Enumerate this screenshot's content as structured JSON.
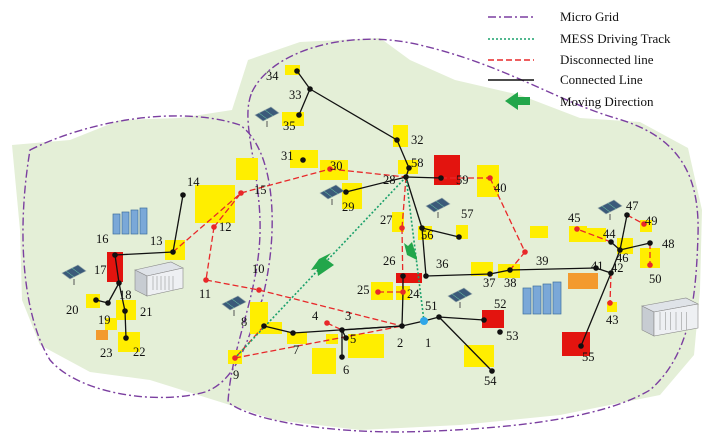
{
  "legend": {
    "micro_grid": "Micro Grid",
    "mess_track": "MESS Driving Track",
    "disconnected": "Disconnected line",
    "connected": "Connected Line",
    "direction": "Moving Direction"
  },
  "colors": {
    "region_fill": "#e4efd7",
    "micro_grid": "#7b3fa0",
    "mess_track": "#1aa06b",
    "disconnected": "#e8282a",
    "connected": "#111111",
    "arrow": "#22a64a",
    "load_yellow": "#ffee00",
    "load_red": "#e3140f",
    "load_orange": "#f39a2e",
    "mess_dot": "#2fa6e8"
  },
  "icons": {
    "pv_panel": "solar-panel-icon",
    "storage": "battery-rack-icon",
    "data_center": "data-center-icon"
  },
  "nodes": [
    {
      "id": "1",
      "label": "1"
    },
    {
      "id": "2",
      "label": "2"
    },
    {
      "id": "3",
      "label": "3"
    },
    {
      "id": "4",
      "label": "4"
    },
    {
      "id": "5",
      "label": "5"
    },
    {
      "id": "6",
      "label": "6"
    },
    {
      "id": "7",
      "label": "7"
    },
    {
      "id": "8",
      "label": "8"
    },
    {
      "id": "9",
      "label": "9"
    },
    {
      "id": "10",
      "label": "10"
    },
    {
      "id": "11",
      "label": "11"
    },
    {
      "id": "12",
      "label": "12"
    },
    {
      "id": "13",
      "label": "13"
    },
    {
      "id": "14",
      "label": "14"
    },
    {
      "id": "15",
      "label": "15"
    },
    {
      "id": "16",
      "label": "16"
    },
    {
      "id": "17",
      "label": "17"
    },
    {
      "id": "18",
      "label": "18"
    },
    {
      "id": "19",
      "label": "19"
    },
    {
      "id": "20",
      "label": "20"
    },
    {
      "id": "21",
      "label": "21"
    },
    {
      "id": "22",
      "label": "22"
    },
    {
      "id": "23",
      "label": "23"
    },
    {
      "id": "24",
      "label": "24"
    },
    {
      "id": "25",
      "label": "25"
    },
    {
      "id": "26",
      "label": "26"
    },
    {
      "id": "27",
      "label": "27"
    },
    {
      "id": "28",
      "label": "28"
    },
    {
      "id": "29",
      "label": "29"
    },
    {
      "id": "30",
      "label": "30"
    },
    {
      "id": "31",
      "label": "31"
    },
    {
      "id": "32",
      "label": "32"
    },
    {
      "id": "33",
      "label": "33"
    },
    {
      "id": "34",
      "label": "34"
    },
    {
      "id": "35",
      "label": "35"
    },
    {
      "id": "36",
      "label": "36"
    },
    {
      "id": "37",
      "label": "37"
    },
    {
      "id": "38",
      "label": "38"
    },
    {
      "id": "39",
      "label": "39"
    },
    {
      "id": "40",
      "label": "40"
    },
    {
      "id": "41",
      "label": "41"
    },
    {
      "id": "42",
      "label": "42"
    },
    {
      "id": "43",
      "label": "43"
    },
    {
      "id": "44",
      "label": "44"
    },
    {
      "id": "45",
      "label": "45"
    },
    {
      "id": "46",
      "label": "46"
    },
    {
      "id": "47",
      "label": "47"
    },
    {
      "id": "48",
      "label": "48"
    },
    {
      "id": "49",
      "label": "49"
    },
    {
      "id": "50",
      "label": "50"
    },
    {
      "id": "51",
      "label": "51"
    },
    {
      "id": "52",
      "label": "52"
    },
    {
      "id": "53",
      "label": "53"
    },
    {
      "id": "54",
      "label": "54"
    },
    {
      "id": "55",
      "label": "55"
    },
    {
      "id": "56",
      "label": "56"
    },
    {
      "id": "57",
      "label": "57"
    },
    {
      "id": "58",
      "label": "58"
    },
    {
      "id": "59",
      "label": "59"
    }
  ],
  "connected_lines": [
    [
      "34",
      "33"
    ],
    [
      "33",
      "35"
    ],
    [
      "33",
      "32"
    ],
    [
      "32",
      "58"
    ],
    [
      "58",
      "28"
    ],
    [
      "28",
      "59"
    ],
    [
      "28",
      "29"
    ],
    [
      "28",
      "56"
    ],
    [
      "56",
      "36"
    ],
    [
      "56",
      "57"
    ],
    [
      "36",
      "37"
    ],
    [
      "37",
      "38"
    ],
    [
      "38",
      "41"
    ],
    [
      "41",
      "42"
    ],
    [
      "42",
      "46"
    ],
    [
      "44",
      "46"
    ],
    [
      "46",
      "47"
    ],
    [
      "46",
      "48"
    ],
    [
      "42",
      "55"
    ],
    [
      "1",
      "51"
    ],
    [
      "51",
      "52"
    ],
    [
      "51",
      "54"
    ],
    [
      "1",
      "2"
    ],
    [
      "2",
      "3"
    ],
    [
      "3",
      "5"
    ],
    [
      "3",
      "6"
    ],
    [
      "2",
      "24"
    ],
    [
      "24",
      "26"
    ],
    [
      "14",
      "13"
    ],
    [
      "13",
      "17"
    ],
    [
      "17",
      "18"
    ],
    [
      "18",
      "19"
    ],
    [
      "18",
      "21"
    ],
    [
      "21",
      "22"
    ],
    [
      "19",
      "20"
    ],
    [
      "8",
      "7"
    ],
    [
      "7",
      "2"
    ]
  ],
  "disconnected_lines": [
    [
      "15",
      "30"
    ],
    [
      "30",
      "28"
    ],
    [
      "28",
      "27"
    ],
    [
      "27",
      "24"
    ],
    [
      "25",
      "24"
    ],
    [
      "59",
      "40"
    ],
    [
      "40",
      "39"
    ],
    [
      "39",
      "38"
    ],
    [
      "44",
      "45"
    ],
    [
      "47",
      "49"
    ],
    [
      "48",
      "50"
    ],
    [
      "42",
      "43"
    ],
    [
      "12",
      "15"
    ],
    [
      "12",
      "11"
    ],
    [
      "11",
      "10"
    ],
    [
      "10",
      "2"
    ],
    [
      "8",
      "9"
    ],
    [
      "9",
      "2"
    ],
    [
      "13",
      "15"
    ],
    [
      "4",
      "3"
    ]
  ],
  "mess_tracks": [
    [
      "28",
      "9"
    ],
    [
      "28",
      "1"
    ]
  ]
}
